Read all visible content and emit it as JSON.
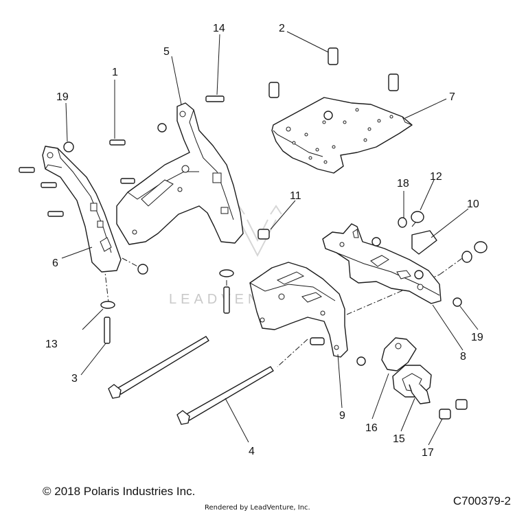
{
  "callouts": {
    "c1": "1",
    "c2": "2",
    "c3": "3",
    "c4": "4",
    "c5": "5",
    "c6": "6",
    "c7": "7",
    "c8": "8",
    "c9": "9",
    "c10": "10",
    "c11": "11",
    "c12": "12",
    "c13": "13",
    "c14": "14",
    "c15": "15",
    "c16": "16",
    "c17": "17",
    "c18": "18",
    "c19a": "19",
    "c19b": "19"
  },
  "watermark": {
    "text": "LEADVENTURE"
  },
  "footer": {
    "copyright": "© 2018 Polaris Industries Inc.",
    "diagram_code": "C700379-2",
    "rendered_by": "Rendered by LeadVenture, Inc."
  }
}
